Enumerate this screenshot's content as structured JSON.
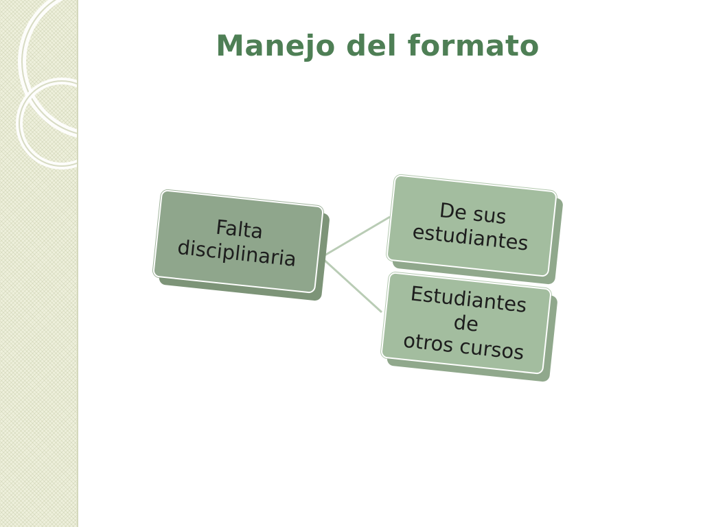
{
  "title": "Manejo del formato",
  "diagram": {
    "root": {
      "line1": "Falta",
      "line2": "disciplinaria"
    },
    "children": [
      {
        "line1": "De sus",
        "line2": "estudiantes"
      },
      {
        "line1": "Estudiantes de",
        "line2": "otros cursos"
      }
    ]
  },
  "colors": {
    "title": "#4e7f55",
    "root_box": "#8fa68c",
    "child_box": "#a3bd9f",
    "connector": "#b9ccb5",
    "sidebar": "#eef0dc"
  }
}
